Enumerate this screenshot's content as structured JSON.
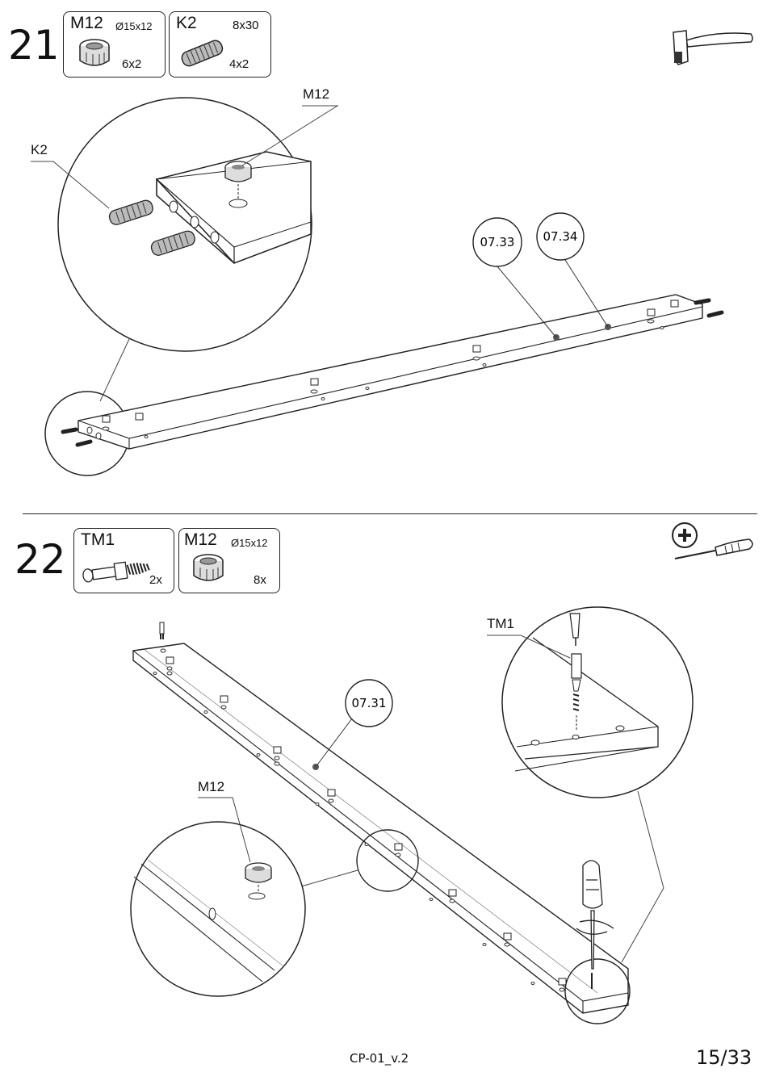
{
  "steps": [
    {
      "number": "21",
      "parts": [
        {
          "code": "M12",
          "dim": "Ø15x12",
          "qty": "6x2",
          "icon": "cam-lock-icon"
        },
        {
          "code": "K2",
          "dim": "8x30",
          "qty": "4x2",
          "icon": "wooden-dowel-icon"
        }
      ],
      "tool": "hammer-icon",
      "callouts": {
        "dowel": "K2",
        "cam": "M12"
      },
      "refs": [
        "07.33",
        "07.34"
      ]
    },
    {
      "number": "22",
      "parts": [
        {
          "code": "TM1",
          "dim": "",
          "qty": "2x",
          "icon": "cam-bolt-icon"
        },
        {
          "code": "M12",
          "dim": "Ø15x12",
          "qty": "8x",
          "icon": "cam-lock-icon"
        }
      ],
      "tool": "phillips-screwdriver-icon",
      "tool_sign": "+",
      "callouts": {
        "bolt": "TM1",
        "cam": "M12"
      },
      "refs": [
        "07.31"
      ]
    }
  ],
  "footer": {
    "code": "CP-01_v.2",
    "page": "15/33"
  }
}
